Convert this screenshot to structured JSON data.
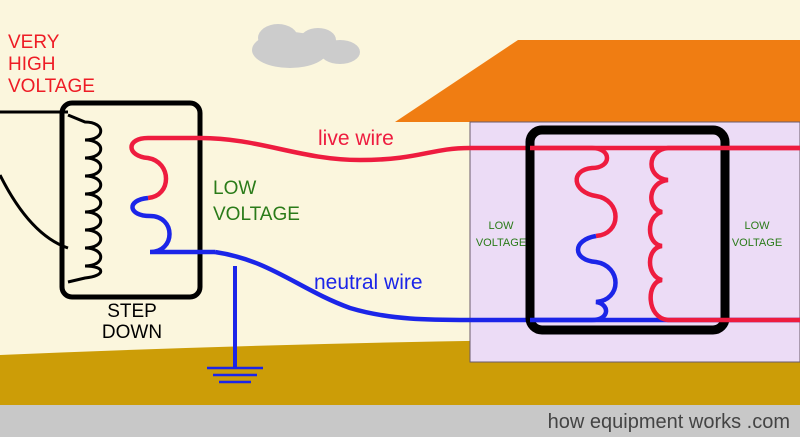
{
  "labels": {
    "very_high_voltage": [
      "VERY",
      "HIGH",
      "VOLTAGE"
    ],
    "step_down": [
      "STEP",
      "DOWN"
    ],
    "low_voltage_main": [
      "LOW",
      "VOLTAGE"
    ],
    "live_wire": "live wire",
    "neutral_wire": "neutral wire",
    "house_low_voltage_left": [
      "LOW",
      "VOLTAGE"
    ],
    "house_low_voltage_right": [
      "LOW",
      "VOLTAGE"
    ],
    "footer": "how equipment works .com"
  },
  "colors": {
    "sky": "#fbf6dd",
    "ground": "#cc9d07",
    "footer_bar": "#c8c8c8",
    "roof": "#f07d12",
    "house_wall": "#ecdcf6",
    "live": "#ee1c3f",
    "neutral": "#1b25e8",
    "high_voltage_text": "#ee1c25",
    "low_voltage_text": "#2a7b19",
    "cloud": "#cccccc"
  }
}
